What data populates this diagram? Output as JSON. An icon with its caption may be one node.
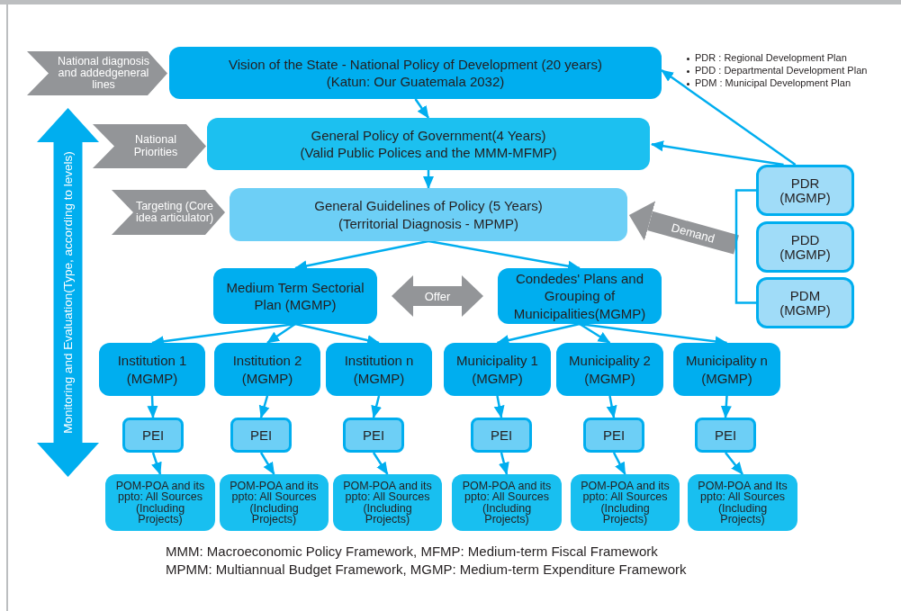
{
  "diagram": {
    "nodes": [
      {
        "text": [
          "National diagnosis and addedgeneral lines"
        ]
      },
      {
        "text": [
          "Vision of the State - National Policy of Development (20 years)",
          "(Katun: Our Guatemala 2032)"
        ]
      },
      {
        "text": [
          "Monitoring and Evaluation(Type, according to levels)"
        ]
      },
      {
        "text": [
          "National Priorities"
        ]
      },
      {
        "text": [
          "General Policy of Government(4 Years)",
          "(Valid Public Polices and the MMM-MFMP)"
        ]
      },
      {
        "text": [
          "Targeting (Core idea articulator)"
        ]
      },
      {
        "text": [
          "General Guidelines of Policy (5 Years)",
          "(Territorial Diagnosis - MPMP)"
        ]
      },
      {
        "text": [
          "PDR (MGMP)"
        ]
      },
      {
        "text": [
          "PDD (MGMP)"
        ]
      },
      {
        "text": [
          "PDM (MGMP)"
        ]
      },
      {
        "text": [
          "Medium Term Sectorial Plan (MGMP)"
        ]
      },
      {
        "text": [
          "Condedes' Plans and Grouping of Municipalities(MGMP)"
        ]
      },
      {
        "text": [
          "Institution 1 (MGMP)"
        ]
      },
      {
        "text": [
          "Institution 2 (MGMP)"
        ]
      },
      {
        "text": [
          "Institution n (MGMP)"
        ]
      },
      {
        "text": [
          "Municipality 1 (MGMP)"
        ]
      },
      {
        "text": [
          "Municipality 2 (MGMP)"
        ]
      },
      {
        "text": [
          "Municipality n (MGMP)"
        ]
      },
      {
        "text": [
          "PEI"
        ]
      },
      {
        "text": [
          "PEI"
        ]
      },
      {
        "text": [
          "PEI"
        ]
      },
      {
        "text": [
          "PEI"
        ]
      },
      {
        "text": [
          "PEI"
        ]
      },
      {
        "text": [
          "PEI"
        ]
      },
      {
        "text": [
          "POM-POA and its ppto: All Sources (Including Projects)"
        ]
      },
      {
        "text": [
          "POM-POA and its ppto: All Sources (Including Projects)"
        ]
      },
      {
        "text": [
          "POM-POA and its ppto: All Sources (Including Projects)"
        ]
      },
      {
        "text": [
          "POM-POA and its ppto: All Sources (Including Projects)"
        ]
      },
      {
        "text": [
          "POM-POA and its ppto: All Sources (Including Projects)"
        ]
      },
      {
        "text": [
          "POM-POA and Its ppto: All Sources (Including Projects)"
        ]
      }
    ],
    "edges": [
      {
        "from": 1,
        "to": 4,
        "arrow": "to"
      },
      {
        "from": 4,
        "to": 6,
        "arrow": "to"
      },
      {
        "from": 6,
        "to": 10,
        "arrow": "to"
      },
      {
        "from": 6,
        "to": 11,
        "arrow": "to"
      },
      {
        "from": 10,
        "to": 12,
        "arrow": "to"
      },
      {
        "from": 10,
        "to": 13,
        "arrow": "to"
      },
      {
        "from": 10,
        "to": 14,
        "arrow": "to"
      },
      {
        "from": 11,
        "to": 15,
        "arrow": "to"
      },
      {
        "from": 11,
        "to": 16,
        "arrow": "to"
      },
      {
        "from": 11,
        "to": 17,
        "arrow": "to"
      },
      {
        "from": 12,
        "to": 18,
        "arrow": "to"
      },
      {
        "from": 13,
        "to": 19,
        "arrow": "to"
      },
      {
        "from": 14,
        "to": 20,
        "arrow": "to"
      },
      {
        "from": 15,
        "to": 21,
        "arrow": "to"
      },
      {
        "from": 16,
        "to": 22,
        "arrow": "to"
      },
      {
        "from": 17,
        "to": 23,
        "arrow": "to"
      },
      {
        "from": 18,
        "to": 24,
        "arrow": "to"
      },
      {
        "from": 19,
        "to": 25,
        "arrow": "to"
      },
      {
        "from": 20,
        "to": 26,
        "arrow": "to"
      },
      {
        "from": 21,
        "to": 27,
        "arrow": "to"
      },
      {
        "from": 22,
        "to": 28,
        "arrow": "to"
      },
      {
        "from": 23,
        "to": 29,
        "arrow": "to"
      },
      {
        "from": 7,
        "to": 1,
        "arrow": "to"
      },
      {
        "from": 7,
        "to": 4,
        "arrow": "to"
      },
      {
        "from": 10,
        "to": 11,
        "arrow": "both",
        "label": "Offer",
        "style": "thick",
        "color": "#939598"
      },
      {
        "from": null,
        "to": 6,
        "arrow": "to",
        "label": "Demand",
        "style": "thick",
        "color": "#939598"
      }
    ],
    "labels": [
      "PDR : Regional Development Plan",
      "PDD : Departmental Development Plan",
      "PDM : Municipal Development Plan",
      "MMM: Macroeconomic Policy Framework, MFMP: Medium-term Fiscal Framework",
      "MPMM: Multiannual Budget Framework, MGMP: Medium-term Expenditure Framework"
    ]
  }
}
